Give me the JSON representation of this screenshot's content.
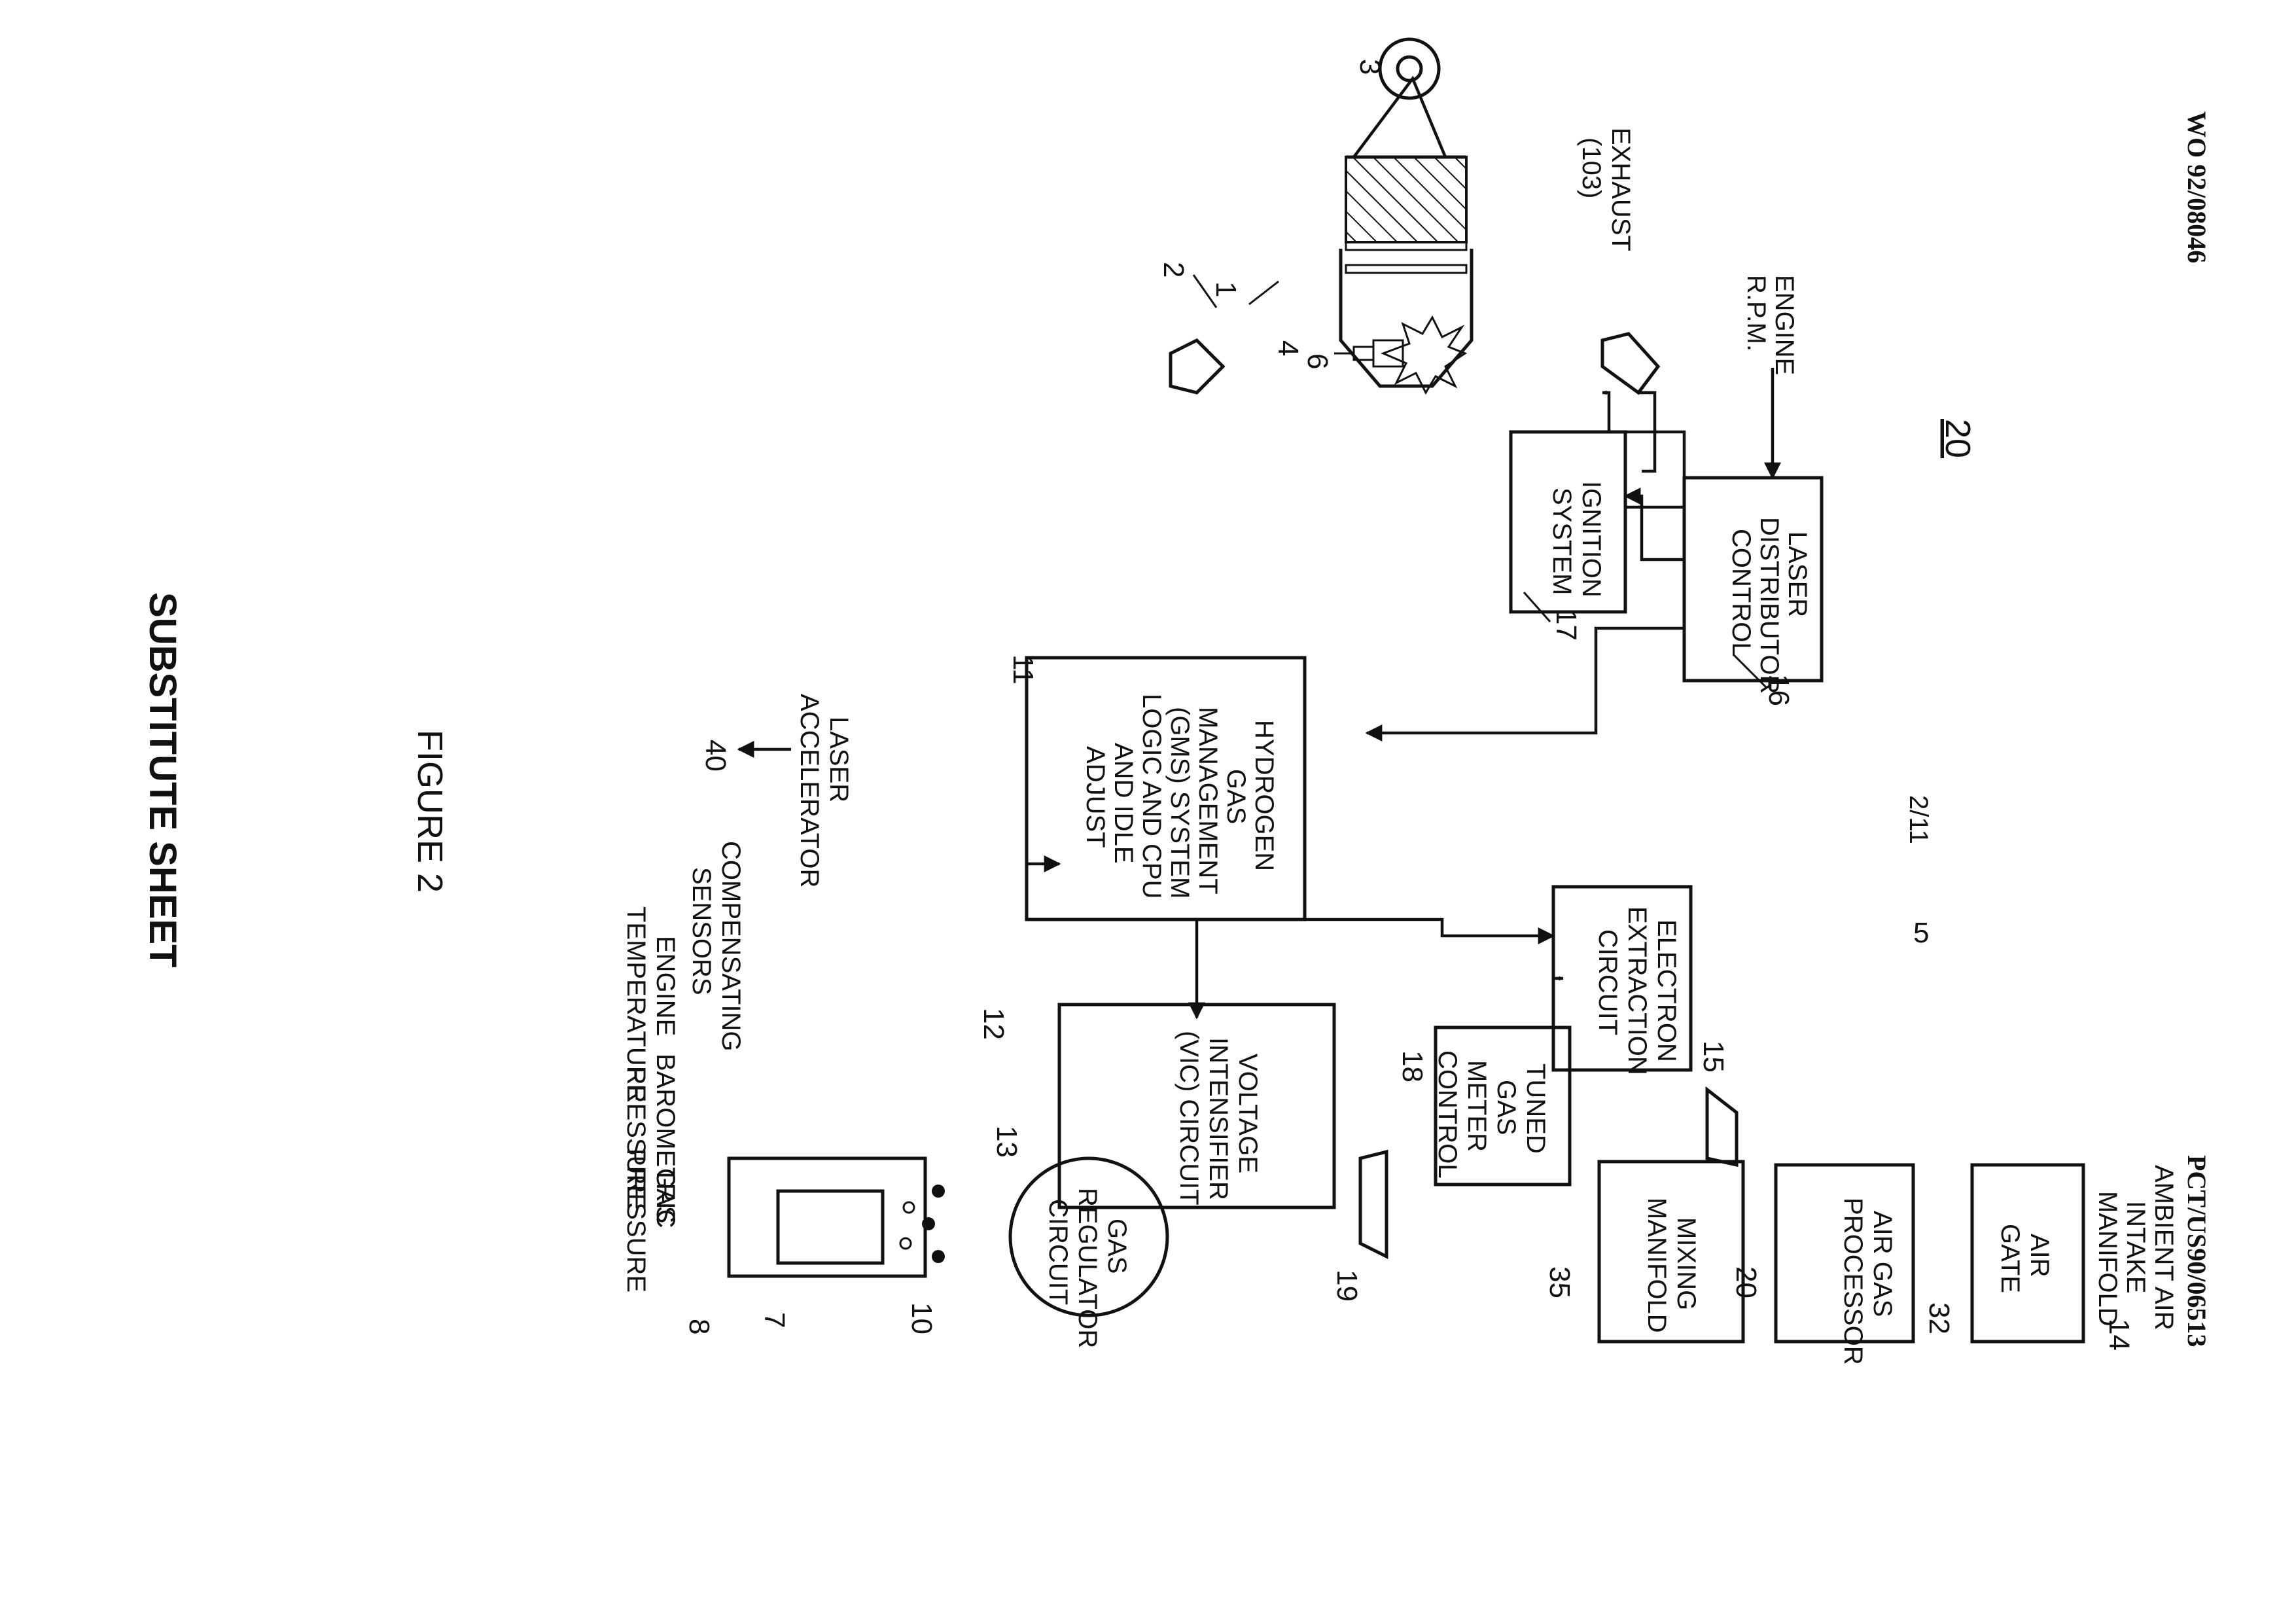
{
  "header": {
    "doc_number": "WO 92/08046",
    "app_number": "PCT/US90/06513",
    "page_label": "20",
    "sheet_fraction": "2/11"
  },
  "figure_title": "FIGURE 2",
  "footer": "SUBSTITUTE SHEET",
  "blocks": {
    "laser_distributor": [
      "LASER",
      "DISTRIBUTOR",
      "CONTROL"
    ],
    "ignition": [
      "IGNITION",
      "SYSTEM"
    ],
    "gms": [
      "HYDROGEN",
      "GAS",
      "MANAGEMENT",
      "(GMS) SYSTEM",
      "LOGIC AND CPU",
      "AND IDLE",
      "ADJUST"
    ],
    "vic": [
      "VOLTAGE",
      "INTENSIFIER",
      "(VIC) CIRCUIT"
    ],
    "electron": [
      "ELECTRON",
      "EXTRACTION",
      "CIRCUIT"
    ],
    "tuned_gas": [
      "TUNED",
      "GAS",
      "METER",
      "CONTROL"
    ],
    "mixing": [
      "MIXING",
      "MANIFOLD"
    ],
    "air_gas": [
      "AIR GAS",
      "PROCESSOR"
    ],
    "air_gate": [
      "AIR",
      "GATE"
    ],
    "gas_regulator": [
      "GAS",
      "REGULATOR",
      "CIRCUIT"
    ]
  },
  "inputs": {
    "engine_rpm": [
      "ENGINE",
      "R.P.M."
    ],
    "exhaust": [
      "EXHAUST",
      "(103)"
    ],
    "ambient": [
      "AMBIENT AIR",
      "INTAKE",
      "MANIFOLD"
    ],
    "laser_accel": [
      "LASER",
      "ACCELERATOR"
    ],
    "sensors_title": [
      "COMPENSATING",
      "SENSORS"
    ],
    "sensor_1": [
      "ENGINE",
      "TEMPERATURE"
    ],
    "sensor_2": [
      "BAROMETRIC",
      "PRESSURE"
    ],
    "sensor_3": [
      "GAS",
      "PRESSURE"
    ]
  },
  "refs": {
    "r1": "1",
    "r2": "2",
    "r3": "3",
    "r4": "4",
    "r5": "5",
    "r6": "6",
    "r7": "7",
    "r8": "8",
    "r10": "10",
    "r11": "11",
    "r12": "12",
    "r13": "13",
    "r14": "14",
    "r15": "15",
    "r16": "16",
    "r17": "17",
    "r18": "18",
    "r19": "19",
    "r20": "20",
    "r32": "32",
    "r35": "35",
    "r40": "40"
  }
}
